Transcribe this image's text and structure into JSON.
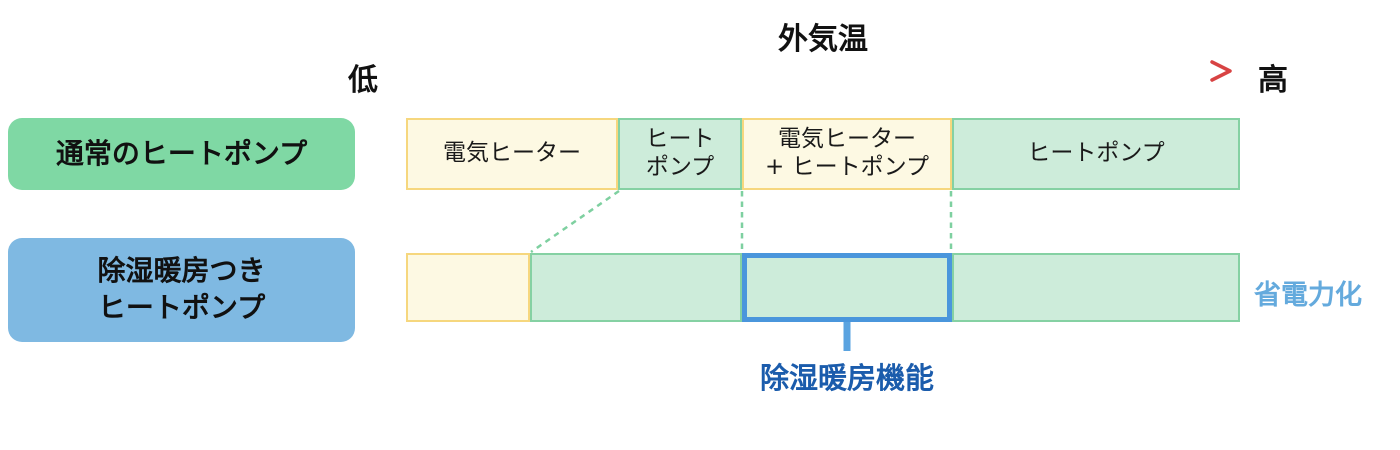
{
  "axis": {
    "title": "外気温",
    "low_label": "低",
    "high_label": "高"
  },
  "rows": [
    {
      "label_lines": [
        "通常のヒートポンプ"
      ],
      "segments": [
        {
          "kind": "electric-heater",
          "lines": [
            "電気ヒーター"
          ]
        },
        {
          "kind": "heat-pump",
          "lines": [
            "ヒート",
            "ポンプ"
          ]
        },
        {
          "kind": "electric-heater-plus-heat-pump",
          "lines": [
            "電気ヒーター",
            "+ ヒートポンプ"
          ]
        },
        {
          "kind": "heat-pump",
          "lines": [
            "ヒートポンプ"
          ]
        }
      ]
    },
    {
      "label_lines": [
        "除湿暖房つき",
        "ヒートポンプ"
      ],
      "segments": [
        {
          "kind": "electric-heater",
          "lines": []
        },
        {
          "kind": "heat-pump",
          "lines": []
        },
        {
          "kind": "heat-pump-highlighted",
          "lines": []
        },
        {
          "kind": "heat-pump",
          "lines": []
        }
      ]
    }
  ],
  "annotations": {
    "feature_label": "除湿暖房機能",
    "power_saving_label": "省電力化"
  },
  "colors": {
    "row1_label_bg": "#7fd8a4",
    "row2_label_bg": "#7fb9e2",
    "yellow_fill": "#fdf9e3",
    "yellow_border": "#f6d77e",
    "green_fill": "#cdecda",
    "green_border": "#85d1a3",
    "highlight_border": "#4a96dc",
    "connector_blue": "#5aa3e0",
    "dashed_line_green": "#7ed0a0",
    "feature_text": "#1b5cac",
    "power_saving_text": "#64aadd",
    "arrow_gradient_start": "#41a8ea",
    "arrow_gradient_mid": "#7c6cae",
    "arrow_gradient_end": "#d84343"
  }
}
